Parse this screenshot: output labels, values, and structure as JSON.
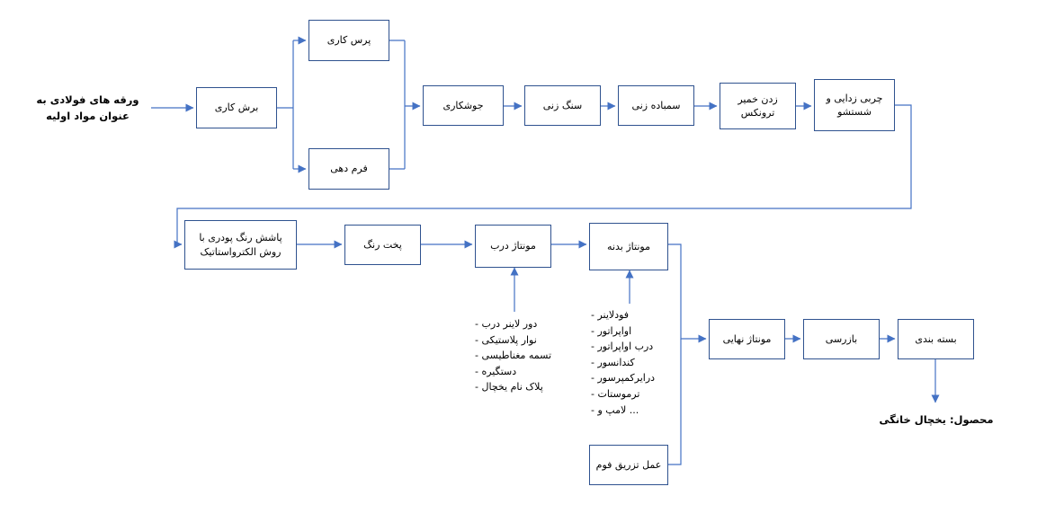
{
  "texts": {
    "raw_material": "ورقه های فولادی به عنوان مواد اولیه",
    "final_product": "محصول: یخچال خانگی"
  },
  "boxes": {
    "cut": "برش کاری",
    "press": "پرس کاری",
    "form": "فرم دهی",
    "weld": "جوشکاری",
    "grind": "سنگ زنی",
    "sand": "سمباده زنی",
    "paste": "زدن خمیر ترونکس",
    "degrease": "چربی زدایی و شستشو",
    "spray": "پاشش رنگ پودری با روش الکترواستاتیک",
    "bake": "پخت رنگ",
    "door_assembly": "مونتاژ درب",
    "body_assembly": "مونتاژ بدنه",
    "final_assembly": "مونتاژ نهایی",
    "inspection": "بازرسی",
    "packing": "بسته بندی",
    "foam": "عمل تزریق فوم"
  },
  "door_parts": [
    "- دور لاینر درب",
    "- نوار پلاستیکی",
    "- تسمه مغناطیسی",
    "- دستگیره",
    "- پلاک نام یخچال"
  ],
  "body_parts": [
    "- فودلاینر",
    "- اواپراتور",
    "- درب اواپراتور",
    "- کندانسور",
    "- درایرکمپرسور",
    "- ترموستات",
    "- لامپ و ..."
  ],
  "colors": {
    "arrow": "#4472C4",
    "box_border": "#2F528F",
    "text": "#000000"
  }
}
